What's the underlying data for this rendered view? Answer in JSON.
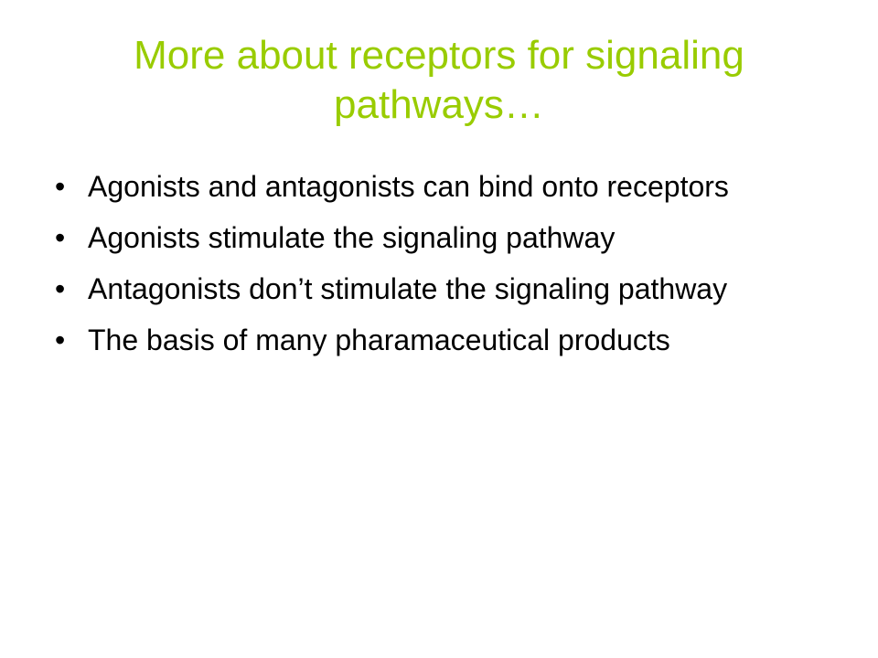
{
  "slide": {
    "title": "More about receptors for signaling pathways…",
    "title_color": "#99cc00",
    "bullet_marker": "•",
    "bullets": [
      "Agonists and antagonists can bind onto receptors",
      "Agonists stimulate the signaling pathway",
      "Antagonists don’t stimulate the signaling pathway",
      "The basis of many pharamaceutical products"
    ]
  }
}
